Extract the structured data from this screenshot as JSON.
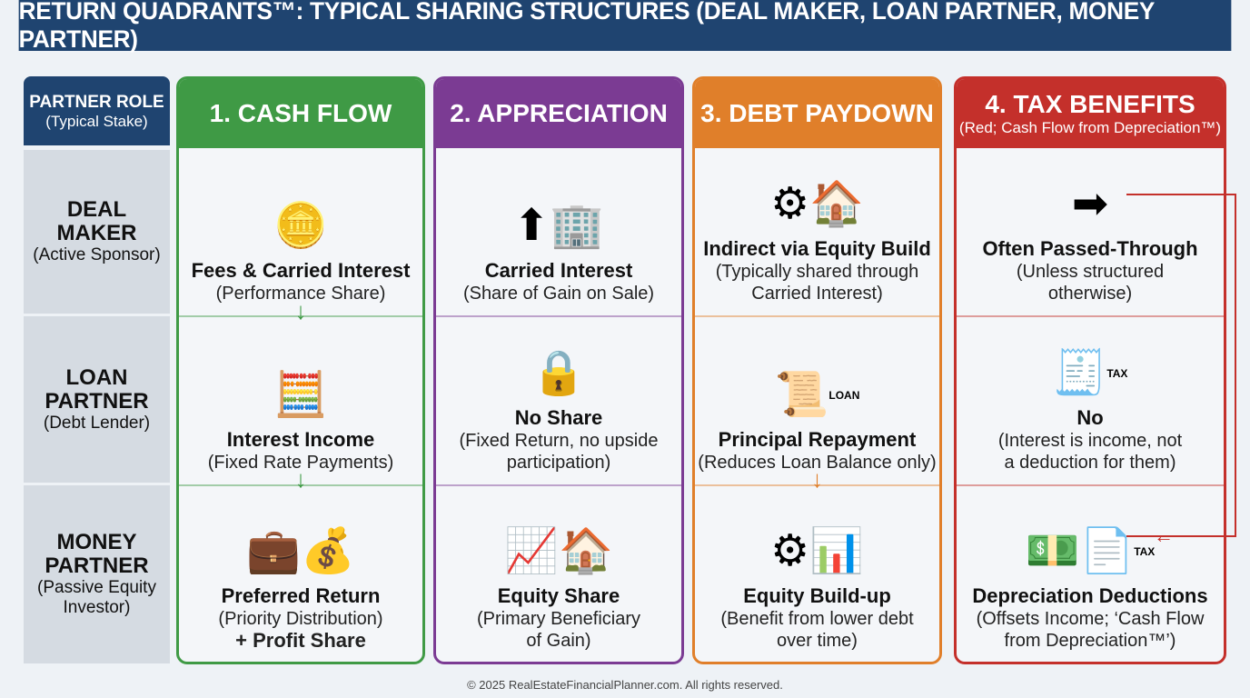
{
  "title": "RETURN QUADRANTS™: TYPICAL SHARING STRUCTURES (DEAL MAKER, LOAN PARTNER, MONEY PARTNER)",
  "roles": {
    "header": {
      "label": "PARTNER ROLE",
      "sub": "(Typical Stake)"
    },
    "items": [
      {
        "label1": "DEAL",
        "label2": "MAKER",
        "sub": "(Active Sponsor)"
      },
      {
        "label1": "LOAN",
        "label2": "PARTNER",
        "sub": "(Debt Lender)"
      },
      {
        "label1": "MONEY",
        "label2": "PARTNER",
        "sub": "(Passive Equity Investor)"
      }
    ]
  },
  "columns": [
    {
      "header": "1. CASH FLOW",
      "sub": "",
      "color": "#3f9a45",
      "cells": [
        {
          "icon": "coins-hand-icon",
          "glyph": "🪙",
          "title": "Fees & Carried Interest",
          "sub": [
            "(Performance Share)"
          ]
        },
        {
          "icon": "calculator-dollar-icon",
          "glyph": "🧮",
          "title": "Interest Income",
          "sub": [
            "(Fixed Rate Payments)"
          ]
        },
        {
          "icon": "briefcase-moneybag-icon",
          "glyph": "💼💰",
          "title": "Preferred Return",
          "sub": [
            "(Priority Distribution)"
          ],
          "extra": "+ Profit Share"
        }
      ]
    },
    {
      "header": "2. APPRECIATION",
      "sub": "",
      "color": "#7b3b93",
      "cells": [
        {
          "icon": "arrow-building-icon",
          "glyph": "⬆🏢",
          "title": "Carried Interest",
          "sub": [
            "(Share of Gain on Sale)"
          ]
        },
        {
          "icon": "lock-x-icon",
          "glyph": "🔒",
          "title": "No Share",
          "sub": [
            "(Fixed Return, no upside",
            "participation)"
          ]
        },
        {
          "icon": "chart-house-crown-icon",
          "glyph": "📈🏠",
          "title": "Equity Share",
          "sub": [
            "(Primary Beneficiary",
            "of Gain)"
          ]
        }
      ]
    },
    {
      "header": "3. DEBT PAYDOWN",
      "sub": "",
      "color": "#e07f2a",
      "cells": [
        {
          "icon": "gears-house-icon",
          "glyph": "⚙🏠",
          "title": "Indirect via Equity Build",
          "sub": [
            "(Typically shared through",
            "Carried Interest)"
          ]
        },
        {
          "icon": "loan-document-down-icon",
          "glyph": "📜",
          "iconText": "LOAN",
          "title": "Principal Repayment",
          "sub": [
            "(Reduces Loan Balance only)"
          ]
        },
        {
          "icon": "gears-chart-icon",
          "glyph": "⚙📊",
          "title": "Equity Build-up",
          "sub": [
            "(Benefit from lower debt",
            "over time)"
          ]
        }
      ]
    },
    {
      "header": "4. TAX BENEFITS",
      "sub": "(Red; Cash Flow from Depreciation™)",
      "color": "#c4302b",
      "cells": [
        {
          "icon": "pass-through-arrow-icon",
          "glyph": "➡",
          "title": "Often Passed-Through",
          "sub": [
            "(Unless structured",
            "otherwise)"
          ]
        },
        {
          "icon": "tax-form-x-icon",
          "glyph": "🧾",
          "iconText": "TAX",
          "title": "No",
          "sub": [
            "(Interest is income, not",
            "a deduction for them)"
          ]
        },
        {
          "icon": "cash-tax-document-icon",
          "glyph": "💵📄",
          "iconText": "TAX",
          "title": "Depreciation Deductions",
          "sub": [
            "(Offsets Income; ‘Cash Flow",
            "from Depreciation™’)"
          ]
        }
      ]
    }
  ],
  "footer": "© 2025 RealEstateFinancialPlanner.com. All rights reserved."
}
